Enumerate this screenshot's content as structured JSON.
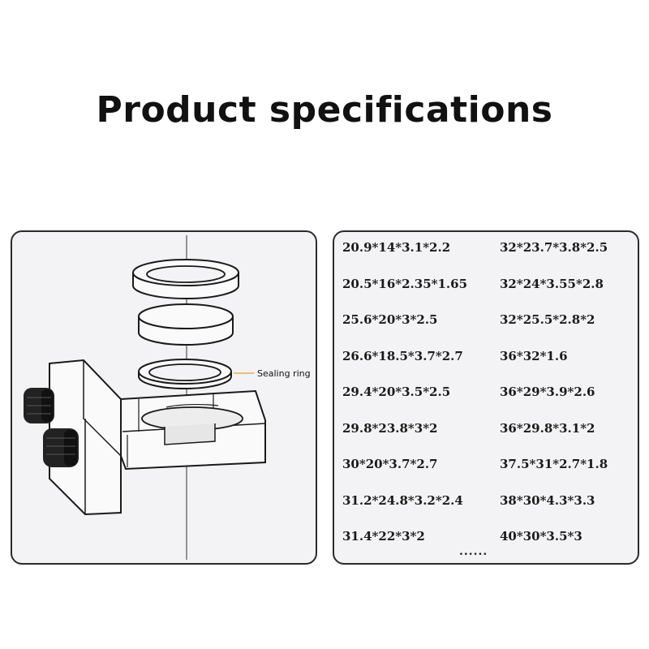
{
  "title": "Product specifications",
  "diagram": {
    "callout_label": "Sealing ring",
    "accent_color": "#e8a020"
  },
  "specs": {
    "items": [
      "20.9*14*3.1*2.2",
      "32*23.7*3.8*2.5",
      "20.5*16*2.35*1.65",
      "32*24*3.55*2.8",
      "25.6*20*3*2.5",
      "32*25.5*2.8*2",
      "26.6*18.5*3.7*2.7",
      "36*32*1.6",
      "29.4*20*3.5*2.5",
      "36*29*3.9*2.6",
      "29.8*23.8*3*2",
      "36*29.8*3.1*2",
      "30*20*3.7*2.7",
      "37.5*31*2.7*1.8",
      "31.2*24.8*3.2*2.4",
      "38*30*4.3*3.3",
      "31.4*22*3*2",
      "40*30*3.5*3"
    ],
    "more": "......"
  }
}
